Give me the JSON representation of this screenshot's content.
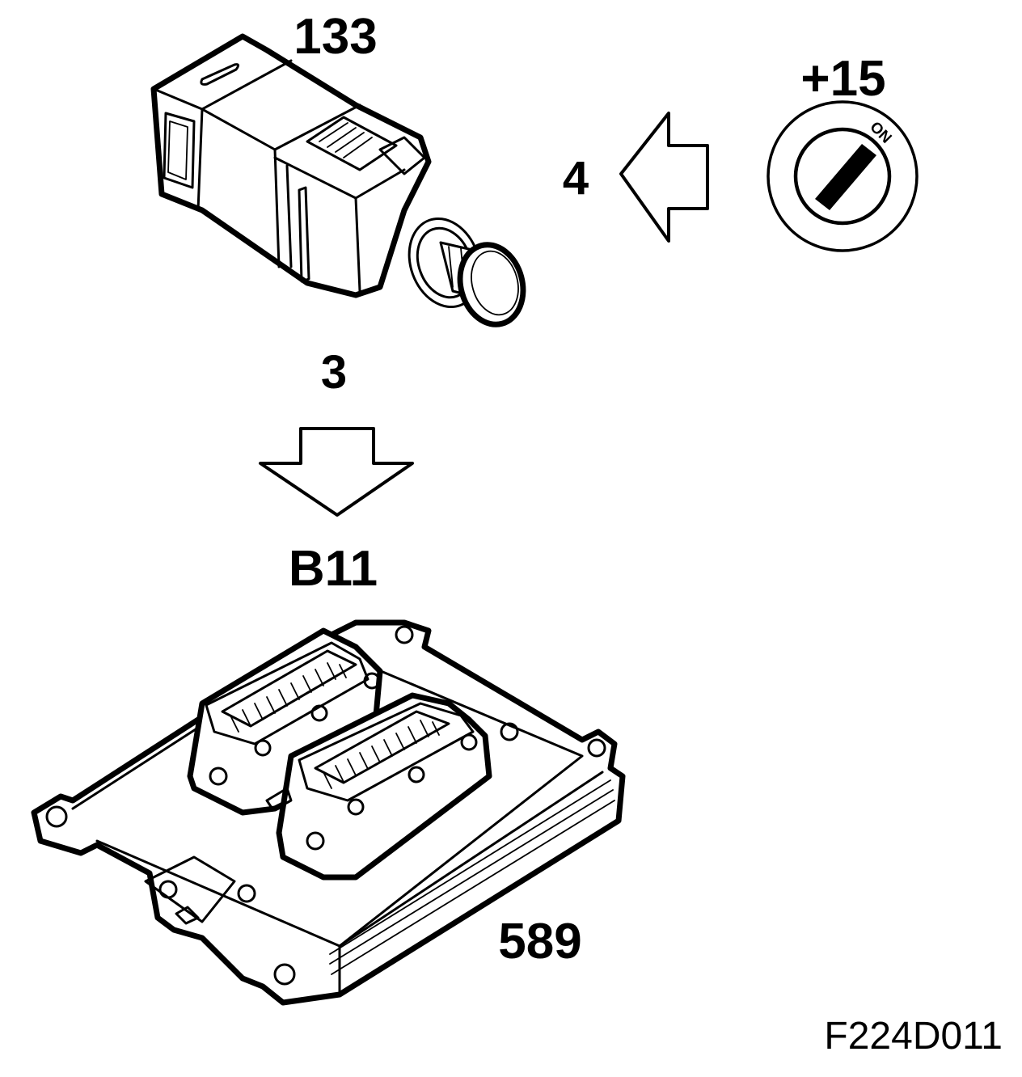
{
  "labels": {
    "switch_number": "133",
    "ignition_label": "+15",
    "ignition_on": "ON",
    "arrow_right_number": "4",
    "arrow_down_number": "3",
    "connector_label": "B11",
    "module_number": "589",
    "figure_code": "F224D011"
  },
  "colors": {
    "line": "#000000",
    "background": "#ffffff"
  }
}
